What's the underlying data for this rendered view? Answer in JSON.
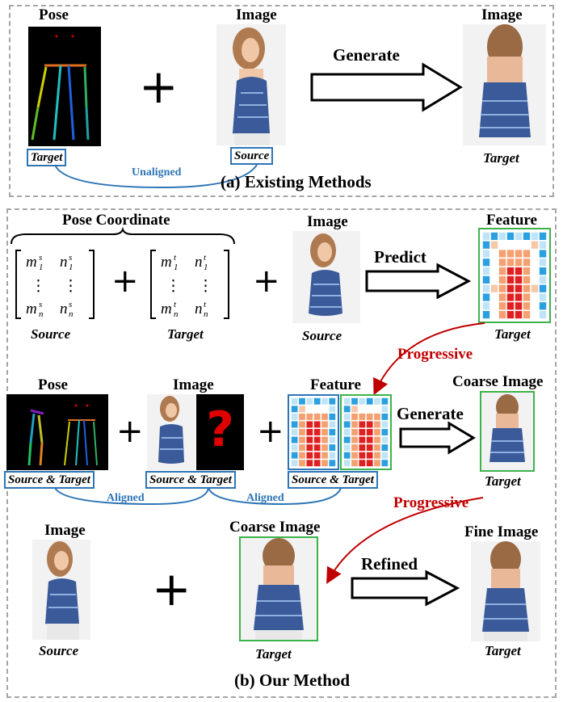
{
  "panel_a": {
    "pose_label": "Pose",
    "image_label": "Image",
    "image_label_right": "Image",
    "generate": "Generate",
    "target_box": "Target",
    "source_box": "Source",
    "target_right": "Target",
    "unaligned": "Unaligned",
    "title": "(a) Existing Methods"
  },
  "panel_b": {
    "pose_coordinate": "Pose Coordinate",
    "matrix_source": [
      "m",
      "n",
      "⋮",
      "⋮",
      "m",
      "n"
    ],
    "source": "Source",
    "target": "Target",
    "image_label": "Image",
    "image_source": "Source",
    "predict": "Predict",
    "feature_label": "Feature",
    "feature_target": "Target",
    "progressive_1": "Progressive",
    "row2_pose": "Pose",
    "row2_image": "Image",
    "row2_feature": "Feature",
    "question": "?",
    "box_pose": "Source & Target",
    "box_image": "Source & Target",
    "box_feature": "Source & Target",
    "aligned_1": "Aligned",
    "aligned_2": "Aligned",
    "generate": "Generate",
    "coarse_label": "Coarse Image",
    "coarse_target": "Target",
    "progressive_2": "Progressive",
    "row3_image": "Image",
    "row3_source": "Source",
    "row3_coarse": "Coarse Image",
    "row3_coarse_target": "Target",
    "refined": "Refined",
    "fine_label": "Fine Image",
    "fine_target": "Target",
    "title": "(b) Our Method"
  },
  "colors": {
    "dash_border": "#a6a6a6",
    "blue": "#2e75b6",
    "red": "#c00000",
    "green": "#3cb34a"
  }
}
